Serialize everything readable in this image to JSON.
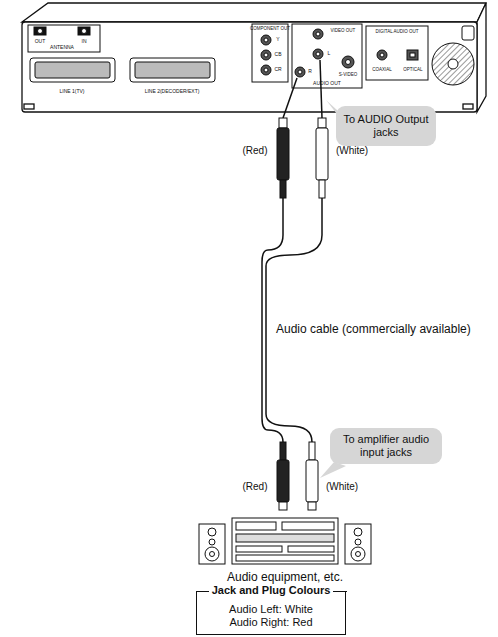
{
  "diagram": {
    "nodes": [
      {
        "text": [
          "To AUDIO Output jacks"
        ]
      },
      {
        "text": [
          "To amplifier audio input jacks"
        ]
      },
      {
        "text": [
          "Jack and Plug Colours",
          "Audio Left: White",
          "Audio Right: Red"
        ]
      }
    ],
    "labels": [
      "OUT",
      "IN",
      "ANTENNA",
      "LINE 1(TV)",
      "LINE 2(DECODER/EXT)",
      "Y",
      "CB",
      "CR",
      "COMPONENT OUT",
      "VIDEO OUT",
      "L",
      "R",
      "S-VIDEO",
      "AUDIO OUT",
      "DIGITAL AUDIO OUT",
      "COAXIAL",
      "OPTICAL",
      "(Red)",
      "(White)",
      "Audio cable (commercially available)",
      "(Red)",
      "(White)",
      "Audio equipment, etc."
    ]
  }
}
